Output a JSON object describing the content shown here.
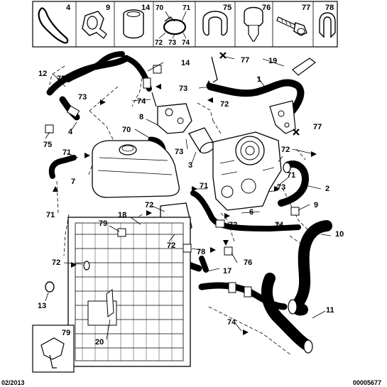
{
  "header_parts": [
    "4",
    "9",
    "14",
    "70",
    "71",
    "72",
    "73",
    "74",
    "75",
    "76",
    "77",
    "78"
  ],
  "callouts": {
    "c1": "1",
    "c2": "2",
    "c3": "3",
    "c4": "4",
    "c6": "6",
    "c7": "7",
    "c8": "8",
    "c9": "9",
    "c10": "10",
    "c11": "11",
    "c12": "12",
    "c13": "13",
    "c14": "14",
    "c17": "17",
    "c18": "18",
    "c19": "19",
    "c20": "20",
    "c70": "70",
    "c71a": "71",
    "c71b": "71",
    "c71c": "71",
    "c71d": "71",
    "c72a": "72",
    "c72b": "72",
    "c72c": "72",
    "c72d": "72",
    "c72e": "72",
    "c72f": "72",
    "c73a": "73",
    "c73b": "73",
    "c73c": "73",
    "c73d": "73",
    "c74a": "74",
    "c74b": "74",
    "c74c": "74",
    "c75a": "75",
    "c75b": "75",
    "c76": "76",
    "c77a": "77",
    "c77b": "77",
    "c78": "78",
    "c79a": "79",
    "c79b": "79"
  },
  "footer": {
    "date": "02/2013",
    "ref": "00005677"
  }
}
